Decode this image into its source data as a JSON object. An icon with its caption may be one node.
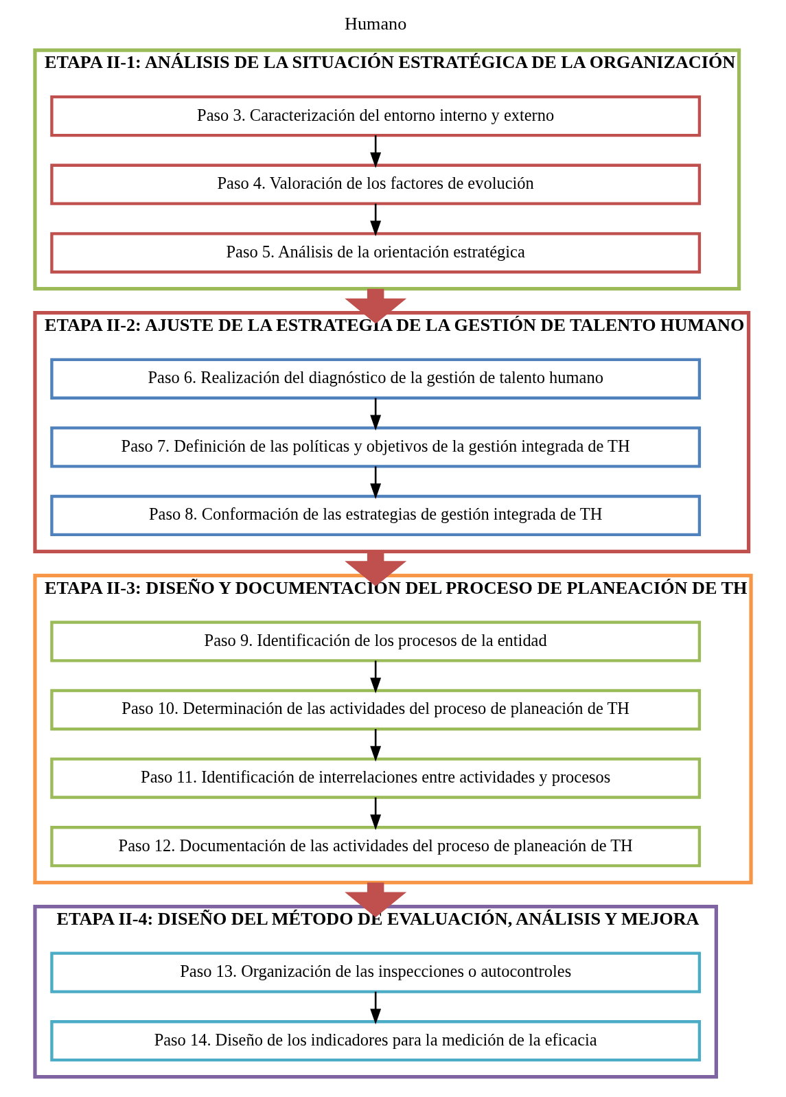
{
  "diagram": {
    "nodes": [
      {
        "text": [
          "ETAPA II-1: ANÁLISIS DE LA SITUACIÓN ESTRATÉGICA DE LA ORGANIZACIÓN"
        ]
      },
      {
        "text": [
          "Paso 3. Caracterización del entorno interno y externo"
        ],
        "in": 0
      },
      {
        "text": [
          "Paso 4. Valoración de los factores de evolución"
        ],
        "in": 0
      },
      {
        "text": [
          "Paso 5. Análisis de la orientación estratégica"
        ],
        "in": 0
      },
      {
        "text": [
          "ETAPA II-2: AJUSTE DE LA ESTRATEGIA DE LA GESTIÓN DE TALENTO HUMANO"
        ]
      },
      {
        "text": [
          "Paso 6. Realización del diagnóstico de la gestión de talento humano"
        ],
        "in": 4
      },
      {
        "text": [
          "Paso 7. Definición de las políticas y objetivos de la gestión integrada de TH"
        ],
        "in": 4
      },
      {
        "text": [
          "Paso 8. Conformación de las estrategias de gestión integrada de TH"
        ],
        "in": 4
      },
      {
        "text": [
          "ETAPA II-3: DISEÑO Y DOCUMENTACIÓN DEL PROCESO DE PLANEACIÓN DE TH"
        ]
      },
      {
        "text": [
          "Paso 9. Identificación de los procesos de la entidad"
        ],
        "in": 8
      },
      {
        "text": [
          "Paso 10. Determinación de las actividades del proceso de planeación de TH"
        ],
        "in": 8
      },
      {
        "text": [
          "Paso 11. Identificación de interrelaciones entre actividades y procesos"
        ],
        "in": 8
      },
      {
        "text": [
          "Paso 12. Documentación de las actividades del proceso de planeación de TH"
        ],
        "in": 8
      },
      {
        "text": [
          "ETAPA II-4: DISEÑO DEL MÉTODO DE EVALUACIÓN, ANÁLISIS Y MEJORA"
        ]
      },
      {
        "text": [
          "Paso 13. Organización de las inspecciones o autocontroles"
        ],
        "in": 13
      },
      {
        "text": [
          "Paso 14. Diseño de los indicadores para la medición de la eficacia"
        ],
        "in": 13
      }
    ],
    "edges": [
      {
        "from": 1,
        "to": 2,
        "arrow": "to"
      },
      {
        "from": 2,
        "to": 3,
        "arrow": "to"
      },
      {
        "from": 0,
        "to": 4,
        "arrow": "to",
        "style": "thick",
        "color": "#c0504d"
      },
      {
        "from": 5,
        "to": 6,
        "arrow": "to"
      },
      {
        "from": 6,
        "to": 7,
        "arrow": "to"
      },
      {
        "from": 4,
        "to": 8,
        "arrow": "to",
        "style": "thick",
        "color": "#c0504d"
      },
      {
        "from": 9,
        "to": 10,
        "arrow": "to"
      },
      {
        "from": 10,
        "to": 11,
        "arrow": "to"
      },
      {
        "from": 11,
        "to": 12,
        "arrow": "to"
      },
      {
        "from": 8,
        "to": 13,
        "arrow": "to",
        "style": "thick",
        "color": "#c0504d"
      },
      {
        "from": 14,
        "to": 15,
        "arrow": "to"
      }
    ],
    "labels": [
      "Humano"
    ]
  }
}
